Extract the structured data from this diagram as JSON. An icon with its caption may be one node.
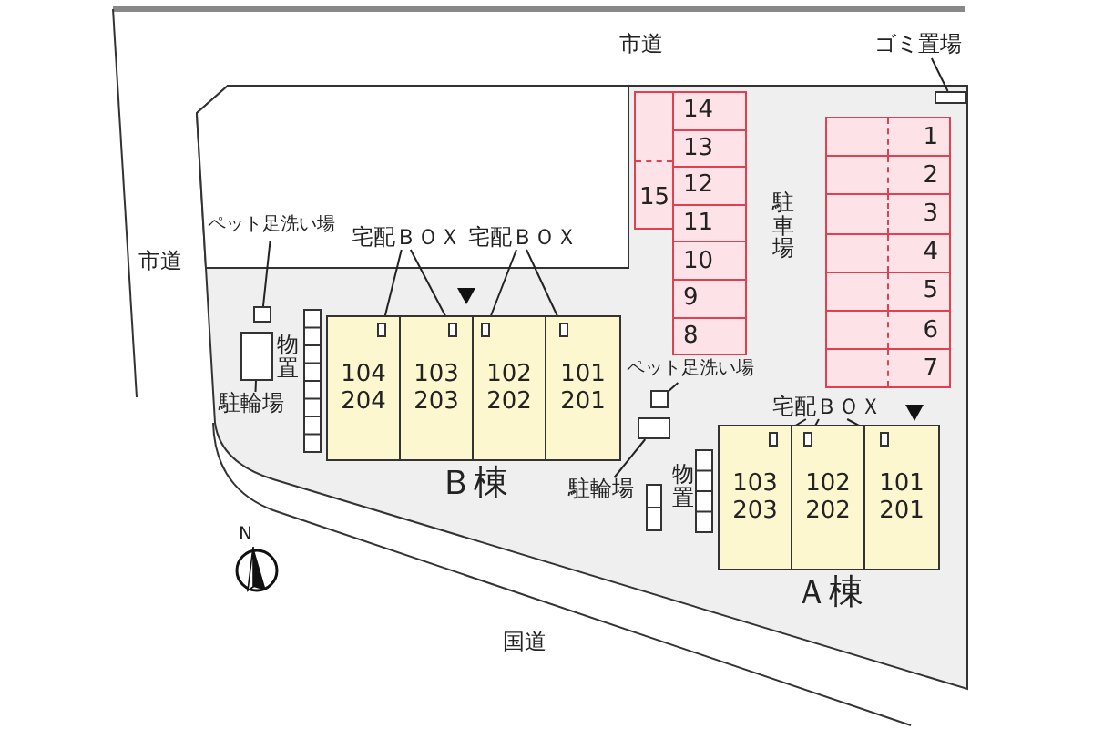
{
  "diagram": {
    "nodes": [
      {
        "text": [
          "ゴミ置場"
        ]
      },
      {
        "text": [],
        "shape": "box"
      },
      {
        "text": [
          "14"
        ]
      },
      {
        "text": [
          "13"
        ]
      },
      {
        "text": [
          "12"
        ]
      },
      {
        "text": [
          "15"
        ]
      },
      {
        "text": [
          "11"
        ]
      },
      {
        "text": [
          "10"
        ]
      },
      {
        "text": [
          "9"
        ]
      },
      {
        "text": [
          "8"
        ]
      },
      {
        "text": [
          "1"
        ]
      },
      {
        "text": [
          "2"
        ]
      },
      {
        "text": [
          "3"
        ]
      },
      {
        "text": [
          "4"
        ]
      },
      {
        "text": [
          "5"
        ]
      },
      {
        "text": [
          "6"
        ]
      },
      {
        "text": [
          "7"
        ]
      },
      {
        "text": [
          "ペット足洗い場"
        ]
      },
      {
        "text": [],
        "shape": "box"
      },
      {
        "text": [
          "宅配ＢＯＸ"
        ]
      },
      {
        "text": [
          "宅配ＢＯＸ"
        ]
      },
      {
        "text": [
          "Ｂ棟"
        ]
      },
      {
        "text": [
          "104",
          "204"
        ],
        "in": 21
      },
      {
        "text": [
          "103",
          "203"
        ],
        "in": 21
      },
      {
        "text": [
          "102",
          "202"
        ],
        "in": 21
      },
      {
        "text": [
          "101",
          "201"
        ],
        "in": 21
      },
      {
        "text": [],
        "shape": "box",
        "in": 22
      },
      {
        "text": [],
        "shape": "box",
        "in": 23
      },
      {
        "text": [],
        "shape": "box",
        "in": 24
      },
      {
        "text": [],
        "shape": "box",
        "in": 25
      },
      {
        "text": [
          "ペット足洗い場"
        ]
      },
      {
        "text": [],
        "shape": "box"
      },
      {
        "text": [
          "駐輪場"
        ]
      },
      {
        "text": [],
        "shape": "box"
      },
      {
        "text": [
          "駐輪場"
        ]
      },
      {
        "text": [],
        "shape": "box"
      },
      {
        "text": [
          "宅配ＢＯＸ"
        ]
      },
      {
        "text": [
          "Ａ棟"
        ]
      },
      {
        "text": [
          "103",
          "203"
        ],
        "in": 37
      },
      {
        "text": [
          "102",
          "202"
        ],
        "in": 37
      },
      {
        "text": [
          "101",
          "201"
        ],
        "in": 37
      },
      {
        "text": [],
        "shape": "box",
        "in": 38
      },
      {
        "text": [],
        "shape": "box",
        "in": 39
      },
      {
        "text": [],
        "shape": "box",
        "in": 40
      }
    ],
    "edges": [
      {
        "from": 0,
        "to": 1,
        "arrow": "none"
      },
      {
        "from": 17,
        "to": 18,
        "arrow": "none"
      },
      {
        "from": 19,
        "to": 26,
        "arrow": "none"
      },
      {
        "from": 19,
        "to": 27,
        "arrow": "none"
      },
      {
        "from": 20,
        "to": 28,
        "arrow": "none"
      },
      {
        "from": 20,
        "to": 29,
        "arrow": "none"
      },
      {
        "from": 30,
        "to": 31,
        "arrow": "none"
      },
      {
        "from": 32,
        "to": 33,
        "arrow": "none"
      },
      {
        "from": 34,
        "to": 35,
        "arrow": "none"
      },
      {
        "from": 36,
        "to": 41,
        "arrow": "none"
      },
      {
        "from": 36,
        "to": 42,
        "arrow": "none"
      },
      {
        "from": 36,
        "to": 43,
        "arrow": "none"
      }
    ],
    "labels": [
      "市道",
      "駐車場",
      "市道",
      "物置",
      "物置",
      "N",
      "国道"
    ]
  }
}
